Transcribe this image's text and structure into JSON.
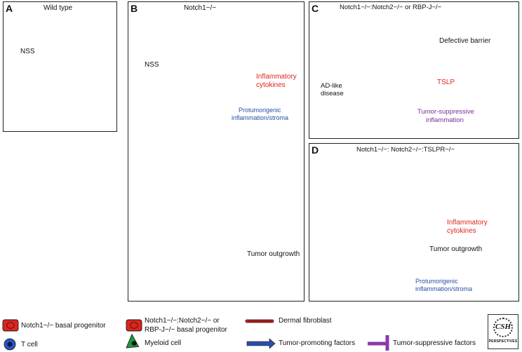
{
  "panels": {
    "a": {
      "letter": "A",
      "title": "Wild type",
      "nss": "NSS"
    },
    "b": {
      "letter": "B",
      "title": "Notch1−/−",
      "nss": "NSS",
      "inflammatory": "Inflammatory",
      "cytokines": "cytokines",
      "protumor1": "Protumorigenic",
      "protumor2": "inflammation/stroma",
      "outgrowth": "Tumor outgrowth"
    },
    "c": {
      "letter": "C",
      "title": "Notch1−/−:Notch2−/− or RBP-J−/−",
      "barrier": "Defective barrier",
      "ad1": "AD-like",
      "ad2": "disease",
      "tslp": "TSLP",
      "supp1": "Tumor-suppressive",
      "supp2": "inflammation"
    },
    "d": {
      "letter": "D",
      "title": "Notch1−/−: Notch2−/−:TSLPR−/−",
      "inflammatory": "Inflammatory",
      "cytokines": "cytokines",
      "outgrowth": "Tumor outgrowth",
      "protumor1": "Protumorigenic",
      "protumor2": "inflammation/stroma"
    }
  },
  "legend": {
    "notch1_basal": "Notch1−/− basal progenitor",
    "double_basal_1": "Notch1−/−:Notch2−/− or",
    "double_basal_2": "RBP-J−/− basal progenitor",
    "fibroblast": "Dermal fibroblast",
    "t_cell": "T cell",
    "myeloid": "Myeloid cell",
    "tumor_promoting": "Tumor-promoting factors",
    "tumor_suppressive": "Tumor-suppressive factors",
    "logo_line1": "CSH",
    "logo_line2": "PERSPECTIVES"
  },
  "colors": {
    "basal_red": "#e0241c",
    "basal_blue": "#3d8fd6",
    "suprabasal_green": "#b9e3a6",
    "granular_yellow": "#f2f2a6",
    "myeloid_green": "#1f9a3c",
    "arrow_blue": "#2b4ea8",
    "suppress_purple": "#8a3aa6",
    "tcell_blue": "#1d3f9a"
  }
}
